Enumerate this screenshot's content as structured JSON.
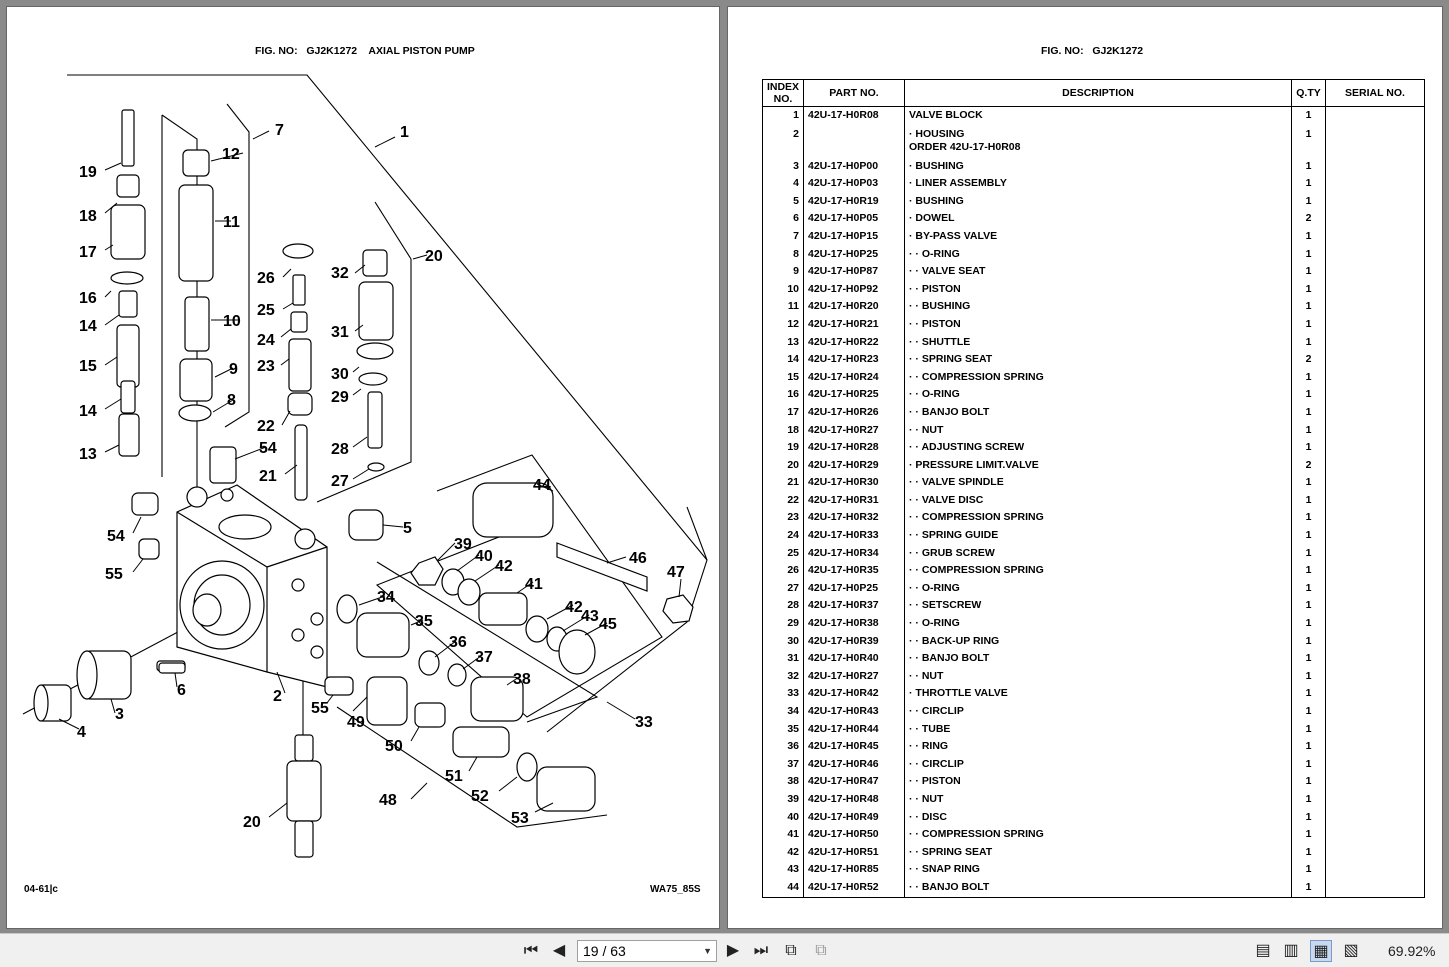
{
  "left_page": {
    "header": "FIG. NO:   GJ2K1272    AXIAL PISTON PUMP",
    "footer_left": "04-61|c",
    "footer_right": "WA75_85S",
    "callouts": [
      "1",
      "2",
      "3",
      "4",
      "5",
      "6",
      "7",
      "8",
      "9",
      "10",
      "11",
      "12",
      "13",
      "14",
      "14",
      "15",
      "16",
      "17",
      "18",
      "19",
      "20",
      "20",
      "21",
      "22",
      "23",
      "24",
      "25",
      "26",
      "27",
      "28",
      "29",
      "30",
      "31",
      "32",
      "33",
      "34",
      "35",
      "36",
      "37",
      "38",
      "39",
      "40",
      "41",
      "42",
      "42",
      "43",
      "44",
      "45",
      "46",
      "47",
      "48",
      "49",
      "50",
      "51",
      "52",
      "53",
      "54",
      "54",
      "55",
      "55"
    ]
  },
  "right_page": {
    "header": "FIG. NO:   GJ2K1272",
    "columns": [
      "INDEX NO.",
      "PART NO.",
      "DESCRIPTION",
      "Q.TY",
      "SERIAL NO."
    ],
    "rows": [
      {
        "idx": "1",
        "part": "42U-17-H0R08",
        "desc": "VALVE BLOCK",
        "qty": "1"
      },
      {
        "idx": "2",
        "part": "",
        "desc": "·  HOUSING",
        "desc2": "ORDER 42U-17-H0R08",
        "qty": "1"
      },
      {
        "idx": "3",
        "part": "42U-17-H0P00",
        "desc": "·  BUSHING",
        "qty": "1"
      },
      {
        "idx": "4",
        "part": "42U-17-H0P03",
        "desc": "·  LINER ASSEMBLY",
        "qty": "1"
      },
      {
        "idx": "5",
        "part": "42U-17-H0R19",
        "desc": "·  BUSHING",
        "qty": "1"
      },
      {
        "idx": "6",
        "part": "42U-17-H0P05",
        "desc": "·  DOWEL",
        "qty": "2"
      },
      {
        "idx": "7",
        "part": "42U-17-H0P15",
        "desc": "·  BY-PASS VALVE",
        "qty": "1"
      },
      {
        "idx": "8",
        "part": "42U-17-H0P25",
        "desc": "·  ·  O-RING",
        "qty": "1"
      },
      {
        "idx": "9",
        "part": "42U-17-H0P87",
        "desc": "·  ·  VALVE SEAT",
        "qty": "1"
      },
      {
        "idx": "10",
        "part": "42U-17-H0P92",
        "desc": "·  ·  PISTON",
        "qty": "1"
      },
      {
        "idx": "11",
        "part": "42U-17-H0R20",
        "desc": "·  ·  BUSHING",
        "qty": "1"
      },
      {
        "idx": "12",
        "part": "42U-17-H0R21",
        "desc": "·  ·  PISTON",
        "qty": "1"
      },
      {
        "idx": "13",
        "part": "42U-17-H0R22",
        "desc": "·  ·  SHUTTLE",
        "qty": "1"
      },
      {
        "idx": "14",
        "part": "42U-17-H0R23",
        "desc": "·  ·  SPRING SEAT",
        "qty": "2"
      },
      {
        "idx": "15",
        "part": "42U-17-H0R24",
        "desc": "·  ·  COMPRESSION SPRING",
        "qty": "1"
      },
      {
        "idx": "16",
        "part": "42U-17-H0R25",
        "desc": "·  ·  O-RING",
        "qty": "1"
      },
      {
        "idx": "17",
        "part": "42U-17-H0R26",
        "desc": "·  ·  BANJO BOLT",
        "qty": "1"
      },
      {
        "idx": "18",
        "part": "42U-17-H0R27",
        "desc": "·  ·  NUT",
        "qty": "1"
      },
      {
        "idx": "19",
        "part": "42U-17-H0R28",
        "desc": "·  ·  ADJUSTING SCREW",
        "qty": "1"
      },
      {
        "idx": "20",
        "part": "42U-17-H0R29",
        "desc": "·  PRESSURE LIMIT.VALVE",
        "qty": "2"
      },
      {
        "idx": "21",
        "part": "42U-17-H0R30",
        "desc": "·  ·  VALVE SPINDLE",
        "qty": "1"
      },
      {
        "idx": "22",
        "part": "42U-17-H0R31",
        "desc": "·  ·  VALVE DISC",
        "qty": "1"
      },
      {
        "idx": "23",
        "part": "42U-17-H0R32",
        "desc": "·  ·  COMPRESSION SPRING",
        "qty": "1"
      },
      {
        "idx": "24",
        "part": "42U-17-H0R33",
        "desc": "·  ·  SPRING GUIDE",
        "qty": "1"
      },
      {
        "idx": "25",
        "part": "42U-17-H0R34",
        "desc": "·  ·  GRUB SCREW",
        "qty": "1"
      },
      {
        "idx": "26",
        "part": "42U-17-H0R35",
        "desc": "·  ·  COMPRESSION SPRING",
        "qty": "1"
      },
      {
        "idx": "27",
        "part": "42U-17-H0P25",
        "desc": "·  ·  O-RING",
        "qty": "1"
      },
      {
        "idx": "28",
        "part": "42U-17-H0R37",
        "desc": "·  ·  SETSCREW",
        "qty": "1"
      },
      {
        "idx": "29",
        "part": "42U-17-H0R38",
        "desc": "·  ·  O-RING",
        "qty": "1"
      },
      {
        "idx": "30",
        "part": "42U-17-H0R39",
        "desc": "·  ·  BACK-UP RING",
        "qty": "1"
      },
      {
        "idx": "31",
        "part": "42U-17-H0R40",
        "desc": "·  ·  BANJO BOLT",
        "qty": "1"
      },
      {
        "idx": "32",
        "part": "42U-17-H0R27",
        "desc": "·  ·  NUT",
        "qty": "1"
      },
      {
        "idx": "33",
        "part": "42U-17-H0R42",
        "desc": "·  THROTTLE VALVE",
        "qty": "1"
      },
      {
        "idx": "34",
        "part": "42U-17-H0R43",
        "desc": "·  ·  CIRCLIP",
        "qty": "1"
      },
      {
        "idx": "35",
        "part": "42U-17-H0R44",
        "desc": "·  ·  TUBE",
        "qty": "1"
      },
      {
        "idx": "36",
        "part": "42U-17-H0R45",
        "desc": "·  ·  RING",
        "qty": "1"
      },
      {
        "idx": "37",
        "part": "42U-17-H0R46",
        "desc": "·  ·  CIRCLIP",
        "qty": "1"
      },
      {
        "idx": "38",
        "part": "42U-17-H0R47",
        "desc": "·  ·  PISTON",
        "qty": "1"
      },
      {
        "idx": "39",
        "part": "42U-17-H0R48",
        "desc": "·  ·  NUT",
        "qty": "1"
      },
      {
        "idx": "40",
        "part": "42U-17-H0R49",
        "desc": "·  ·  DISC",
        "qty": "1"
      },
      {
        "idx": "41",
        "part": "42U-17-H0R50",
        "desc": "·  ·  COMPRESSION SPRING",
        "qty": "1"
      },
      {
        "idx": "42",
        "part": "42U-17-H0R51",
        "desc": "·  ·  SPRING SEAT",
        "qty": "1"
      },
      {
        "idx": "43",
        "part": "42U-17-H0R85",
        "desc": "·  ·  SNAP RING",
        "qty": "1"
      },
      {
        "idx": "44",
        "part": "42U-17-H0R52",
        "desc": "·  ·  BANJO BOLT",
        "qty": "1"
      }
    ]
  },
  "toolbar": {
    "page_display": "19 / 63",
    "zoom": "69.92%",
    "icons": [
      "first-page-icon",
      "prev-page-icon",
      "next-page-icon",
      "last-page-icon",
      "rotate-icon",
      "fit-page-icon",
      "single-page-icon",
      "continuous-page-icon",
      "two-page-icon",
      "two-page-continuous-icon"
    ]
  }
}
